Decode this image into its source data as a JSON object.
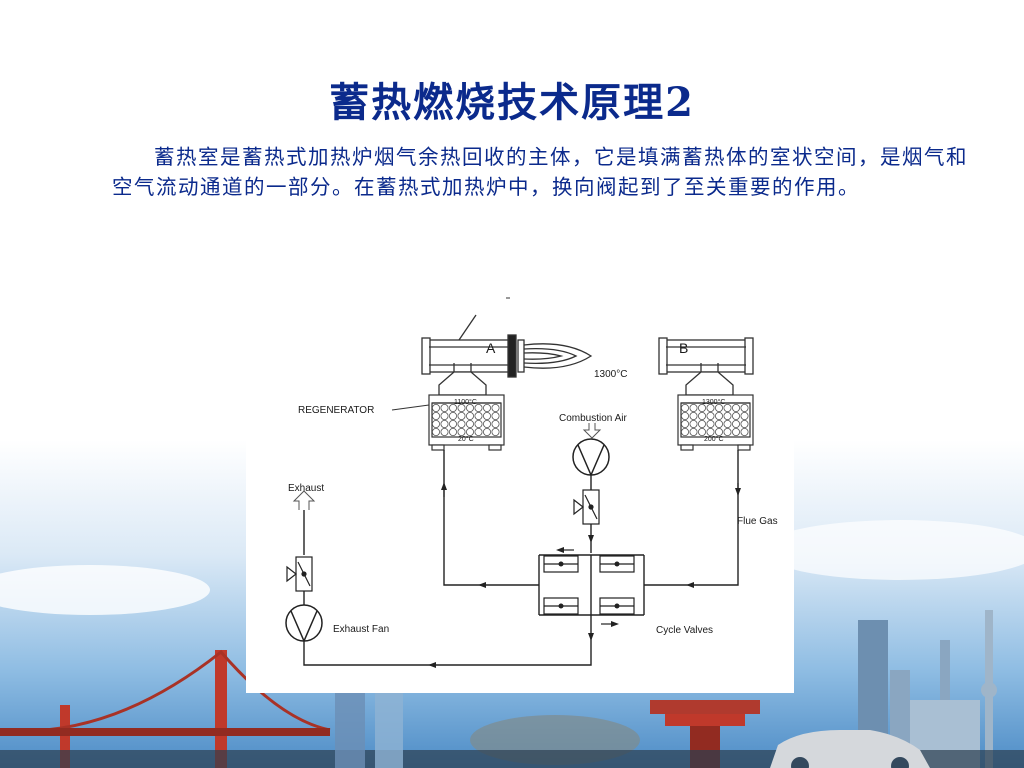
{
  "slide": {
    "title": "蓄热燃烧技术原理2",
    "paragraph": "蓄热室是蓄热式加热炉烟气余热回收的主体，它是填满蓄热体的室状空间，是烟气和空气流动通道的一部分。在蓄热式加热炉中，换向阀起到了至关重要的作用。"
  },
  "diagram": {
    "burner_a": "A",
    "burner_b": "B",
    "flame_temp": "1300°C",
    "regenerator_label": "REGENERATOR",
    "regen_a_top": "1100°C",
    "regen_a_bottom": "20°C",
    "regen_b_top": "1300°C",
    "regen_b_bottom": "200°C",
    "combustion_air": "Combustion Air",
    "exhaust": "Exhaust",
    "flue_gas": "Flue Gas",
    "exhaust_fan": "Exhaust Fan",
    "cycle_valves": "Cycle Valves"
  },
  "colors": {
    "title": "#0b2a8c",
    "body_text": "#0b2a8c",
    "bridge": "#c0392b",
    "sky": "#7fb3df"
  }
}
